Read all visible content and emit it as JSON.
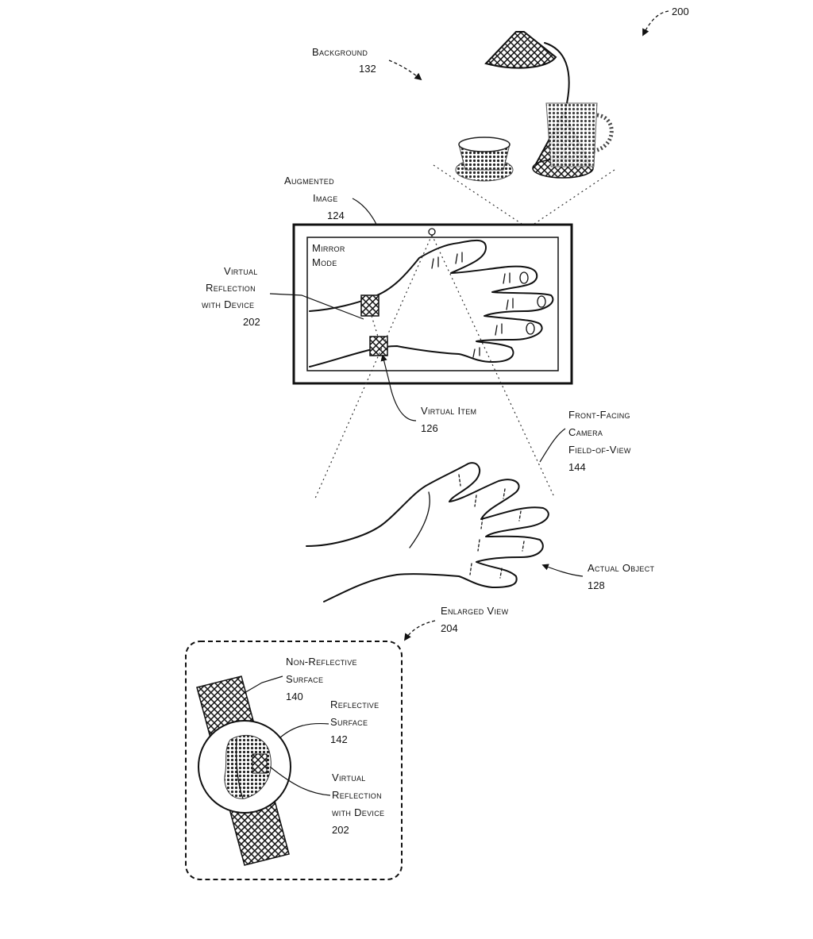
{
  "figure": {
    "number": "200",
    "labels": {
      "background": {
        "line1": "Background",
        "ref": "132"
      },
      "augmented_image": {
        "line1": "Augmented",
        "line2": "Image",
        "ref": "124"
      },
      "mirror_mode": {
        "line1": "Mirror",
        "line2": "Mode"
      },
      "virtual_reflection_top": {
        "line1": "Virtual",
        "line2": "Reflection",
        "line3": "with Device",
        "ref": "202"
      },
      "virtual_item": {
        "line1": "Virtual Item",
        "ref": "126"
      },
      "camera_fov": {
        "line1": "Front-Facing",
        "line2": "Camera",
        "line3": "Field-of-View",
        "ref": "144"
      },
      "actual_object": {
        "line1": "Actual Object",
        "ref": "128"
      },
      "enlarged_view": {
        "line1": "Enlarged View",
        "ref": "204"
      },
      "non_reflective": {
        "line1": "Non-Reflective",
        "line2": "Surface",
        "ref": "140"
      },
      "reflective": {
        "line1": "Reflective",
        "line2": "Surface",
        "ref": "142"
      },
      "virtual_reflection_bottom": {
        "line1": "Virtual",
        "line2": "Reflection",
        "line3": "with Device",
        "ref": "202"
      }
    }
  },
  "colors": {
    "ink": "#111111",
    "paper": "#ffffff",
    "hatch_fill": "#555555"
  }
}
